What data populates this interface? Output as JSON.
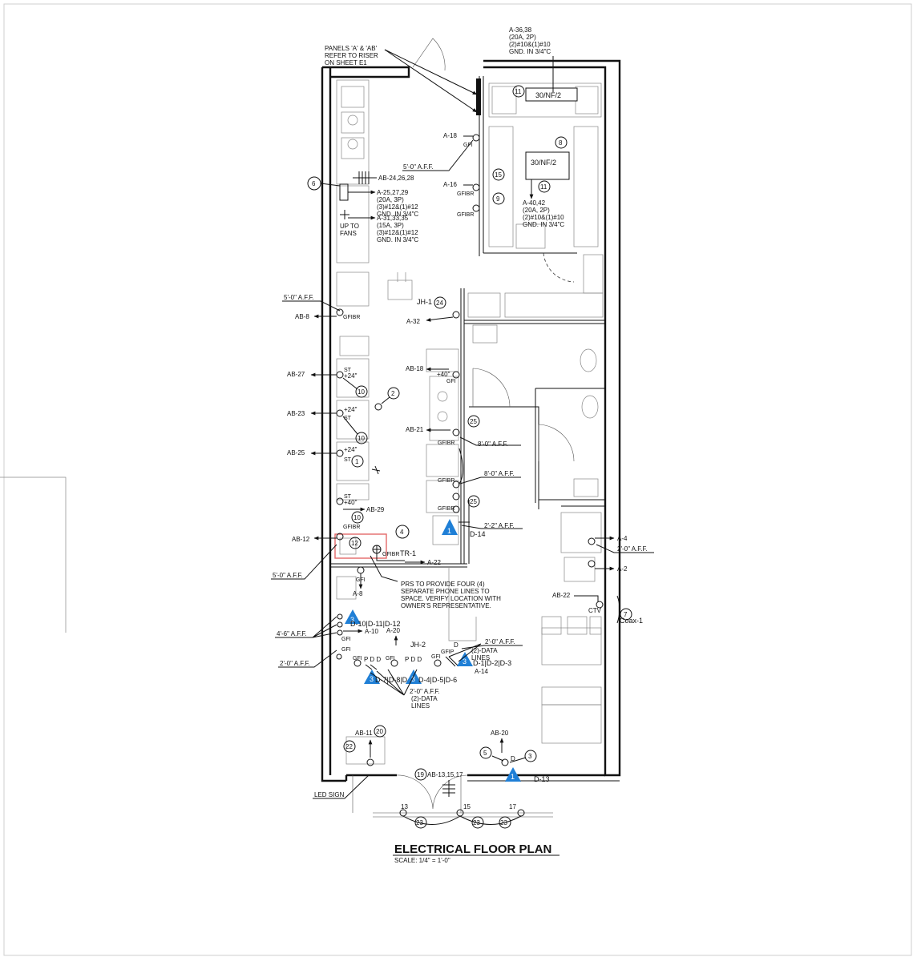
{
  "title": "ELECTRICAL FLOOR PLAN",
  "scale": "SCALE: 1/4\" = 1'-0\"",
  "colors": {
    "delta": "#1f7fd6",
    "highlight": "#e36a6a",
    "line": "#111111"
  },
  "notes": {
    "panels": [
      "PANELS 'A' & 'AB'",
      "REFER TO RISER",
      "ON SHEET E1"
    ],
    "feed_top": [
      "A-36,38",
      "(20A, 2P)",
      "(2)#10&(1)#10",
      "GND. IN 3/4\"C"
    ],
    "feed_mid": [
      "A-40,42",
      "(20A, 2P)",
      "(2)#10&(1)#10",
      "GND. IN 3/4\"C"
    ],
    "feed_a25": [
      "A-25,27,29",
      "(20A, 3P)",
      "(3)#12&(1)#12",
      "GND. IN 3/4\"C"
    ],
    "feed_a31": [
      "A-31,33,35",
      "(15A, 3P)",
      "(3)#12&(1)#12",
      "GND. IN 3/4\"C"
    ],
    "up_to_fans": [
      "UP TO",
      "FANS"
    ],
    "prs": [
      "PRS TO PROVIDE FOUR (4)",
      "SEPARATE PHONE LINES TO",
      "SPACE. VERIFY LOCATION WITH",
      "OWNER'S REPRESENTATIVE."
    ],
    "data_lines": [
      "(2)-DATA",
      "LINES"
    ],
    "led_sign": "LED SIGN",
    "disconnect": "30/NF/2"
  },
  "circuits": {
    "a18": "A-18",
    "a16": "A-16",
    "a32": "A-32",
    "a22": "A-22",
    "a8": "A-8",
    "a10": "A-10",
    "a20": "A-20",
    "a14": "A-14",
    "a4": "A-4",
    "a2": "A-2",
    "ab2428": "AB-24,26,28",
    "ab8": "AB-8",
    "ab27": "AB-27",
    "ab23": "AB-23",
    "ab25": "AB-25",
    "ab29": "AB-29",
    "ab12": "AB-12",
    "ab18": "AB-18",
    "ab21": "AB-21",
    "ab22": "AB-22",
    "ab11": "AB-11",
    "ab20": "AB-20",
    "ab131517": "AB-13,15,17"
  },
  "heights": {
    "h50": "5'-0\" A.F.F.",
    "h80": "8'-0\" A.F.F.",
    "h22": "2'-2\" A.F.F.",
    "h20": "2'-0\" A.F.F.",
    "h46": "4'-6\" A.F.F.",
    "p24": "+24\"",
    "p40": "+40\""
  },
  "devices": {
    "gfi": "GFI",
    "gfibr": "GFIBR",
    "gfip": "GFIP",
    "st": "ST",
    "jh1": "JH-1",
    "jh2": "JH-2",
    "tr1": "TR-1",
    "ctv": "CTV",
    "coax1": "Coax-1"
  },
  "keynotes": {
    "k1": "1",
    "k2": "2",
    "k3": "3",
    "k4": "4",
    "k5": "5",
    "k6": "6",
    "k7": "7",
    "k8": "8",
    "k9": "9",
    "k10": "10",
    "k11": "11",
    "k12": "12",
    "k13": "13",
    "k15": "15",
    "k17": "17",
    "k19": "19",
    "k20": "20",
    "k22": "22",
    "k23": "23",
    "k24": "24",
    "k25": "25"
  },
  "data_tags": {
    "d14": "D-14",
    "d13": "D-13",
    "d101112": "D-10|D-11|D-12",
    "d789": "D-7|D-8|D-9",
    "d456": "D-4|D-5|D-6",
    "d123": "D-1|D-2|D-3",
    "pdd": "P D D",
    "d": "D"
  }
}
